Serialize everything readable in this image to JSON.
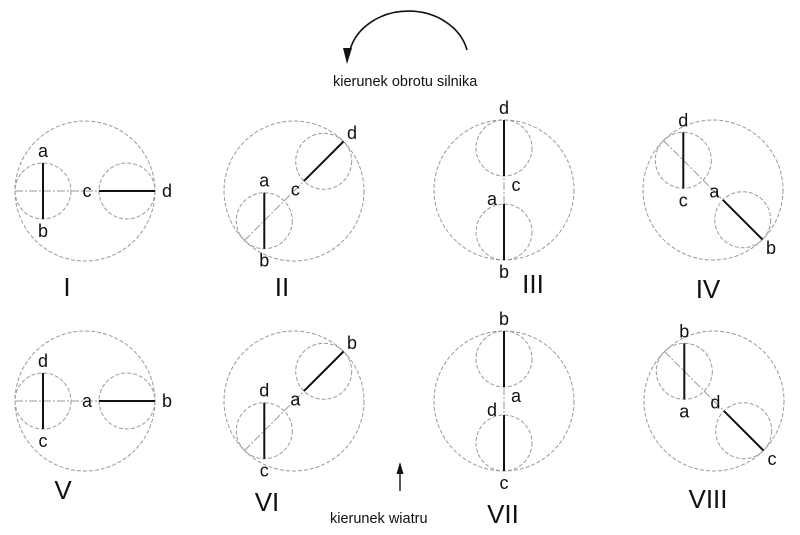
{
  "captions": {
    "rotation": "kierunek obrotu silnika",
    "wind": "kierunek wiatru"
  },
  "panels": [
    {
      "numeral": "I",
      "pair1": [
        "a",
        "b"
      ],
      "pair2": [
        "c",
        "d"
      ]
    },
    {
      "numeral": "II",
      "pair1": [
        "a",
        "b"
      ],
      "pair2": [
        "c",
        "d"
      ]
    },
    {
      "numeral": "III",
      "pair1": [
        "a",
        "b"
      ],
      "pair2": [
        "c",
        "d"
      ]
    },
    {
      "numeral": "IV",
      "pair1": [
        "d",
        "c"
      ],
      "pair2": [
        "a",
        "b"
      ]
    },
    {
      "numeral": "V",
      "pair1": [
        "d",
        "c"
      ],
      "pair2": [
        "a",
        "b"
      ]
    },
    {
      "numeral": "VI",
      "pair1": [
        "d",
        "c"
      ],
      "pair2": [
        "a",
        "b"
      ]
    },
    {
      "numeral": "VII",
      "pair1": [
        "a",
        "b"
      ],
      "pair2": [
        "d",
        "c"
      ]
    },
    {
      "numeral": "VIII",
      "pair1": [
        "b",
        "a"
      ],
      "pair2": [
        "d",
        "c"
      ]
    }
  ],
  "colors": {
    "line": "#111111",
    "construction": "#9a9a9a"
  }
}
